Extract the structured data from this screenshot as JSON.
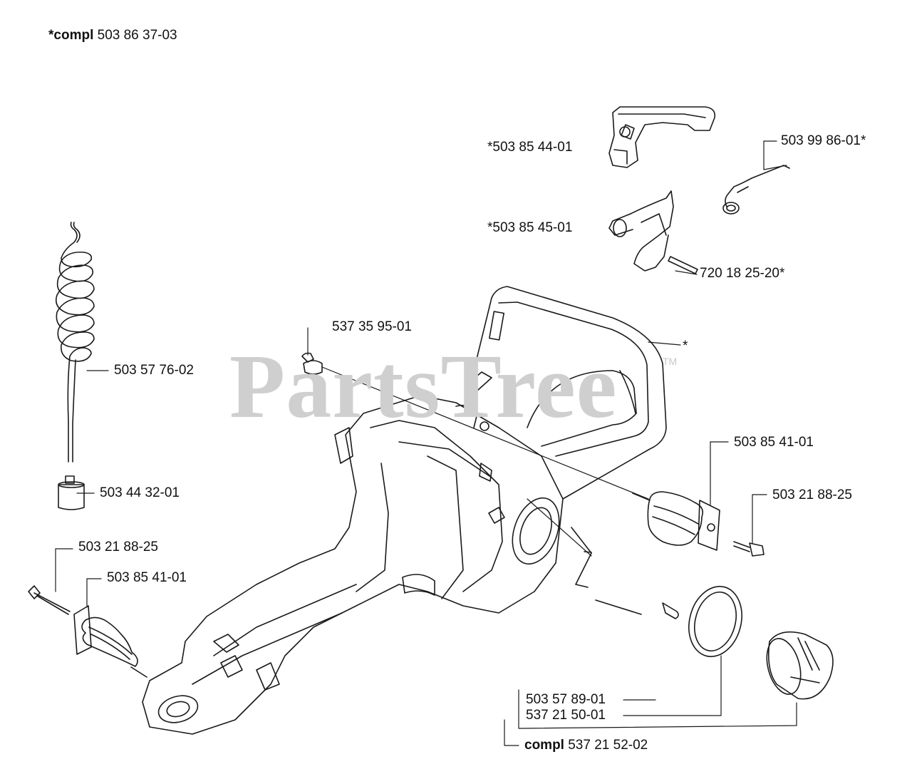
{
  "header": {
    "compl_prefix": "*compl",
    "compl_number": "503 86 37-03"
  },
  "watermark": {
    "text": "PartsTree",
    "trademark": "TM"
  },
  "labels": {
    "p_503_85_44_01": "*503 85 44-01",
    "p_503_99_86_01": "503 99 86-01*",
    "p_503_85_45_01": "*503 85 45-01",
    "p_720_18_25_20": "720 18 25-20*",
    "p_537_35_95_01": "537 35 95-01",
    "p_503_57_76_02": "503 57 76-02",
    "p_503_44_32_01": "503 44 32-01",
    "p_503_21_88_25_left": "503 21 88-25",
    "p_503_85_41_01_left": "503 85 41-01",
    "p_503_85_41_01_right": "503 85 41-01",
    "p_503_21_88_25_right": "503 21 88-25",
    "p_503_57_89_01": "503 57 89-01",
    "p_537_21_50_01": "537 21 50-01",
    "compl_bottom_prefix": "compl",
    "compl_bottom_number": "537 21 52-02",
    "star": "*"
  },
  "colors": {
    "line": "#1a1a1a",
    "watermark": "#cfcfcf",
    "background": "#ffffff"
  }
}
